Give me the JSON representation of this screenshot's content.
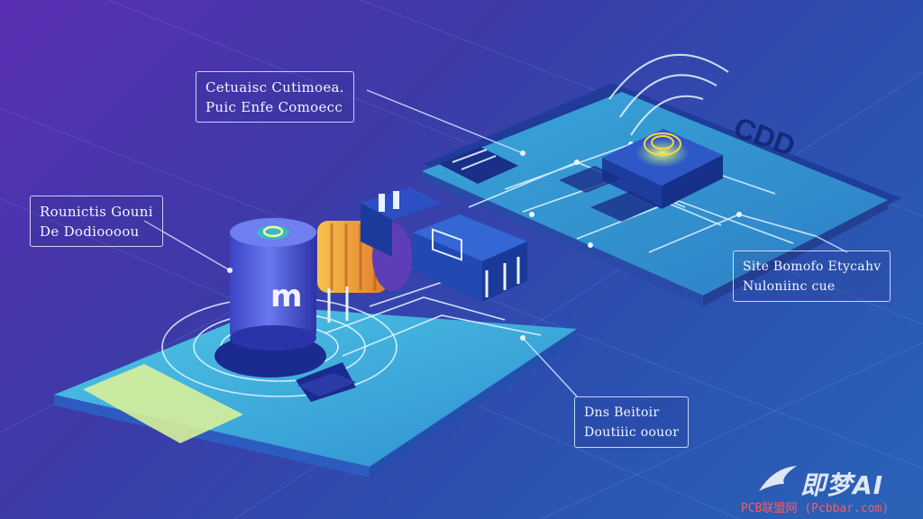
{
  "labels": {
    "top": {
      "line1": "Cetuaisc Cutimoea.",
      "line2": "Puic Enfe Comoecc"
    },
    "left": {
      "line1": "Rounictis Gouni",
      "line2": "De Dodioooou"
    },
    "right": {
      "line1": "Site Bomofo Etycahv",
      "line2": "Nuloniinc cue"
    },
    "bottom": {
      "line1": "Dns Beitoir",
      "line2": "Doutiiic oouor"
    }
  },
  "component_marks": {
    "capacitor_letter": "m",
    "card_text": "CDD"
  },
  "watermark": {
    "logo_text": "即梦AI",
    "site_text": "PCB联盟网 (Pcbbar.com)"
  },
  "colors": {
    "background_start": "#5a2fb3",
    "background_end": "#2a63b8",
    "board_surface": "#3fb6dd",
    "capacitor_body": "#4b57d8",
    "coil": "#f0a43a",
    "chip": "#1f3fae",
    "highlight_pad": "#d7ef9a"
  }
}
